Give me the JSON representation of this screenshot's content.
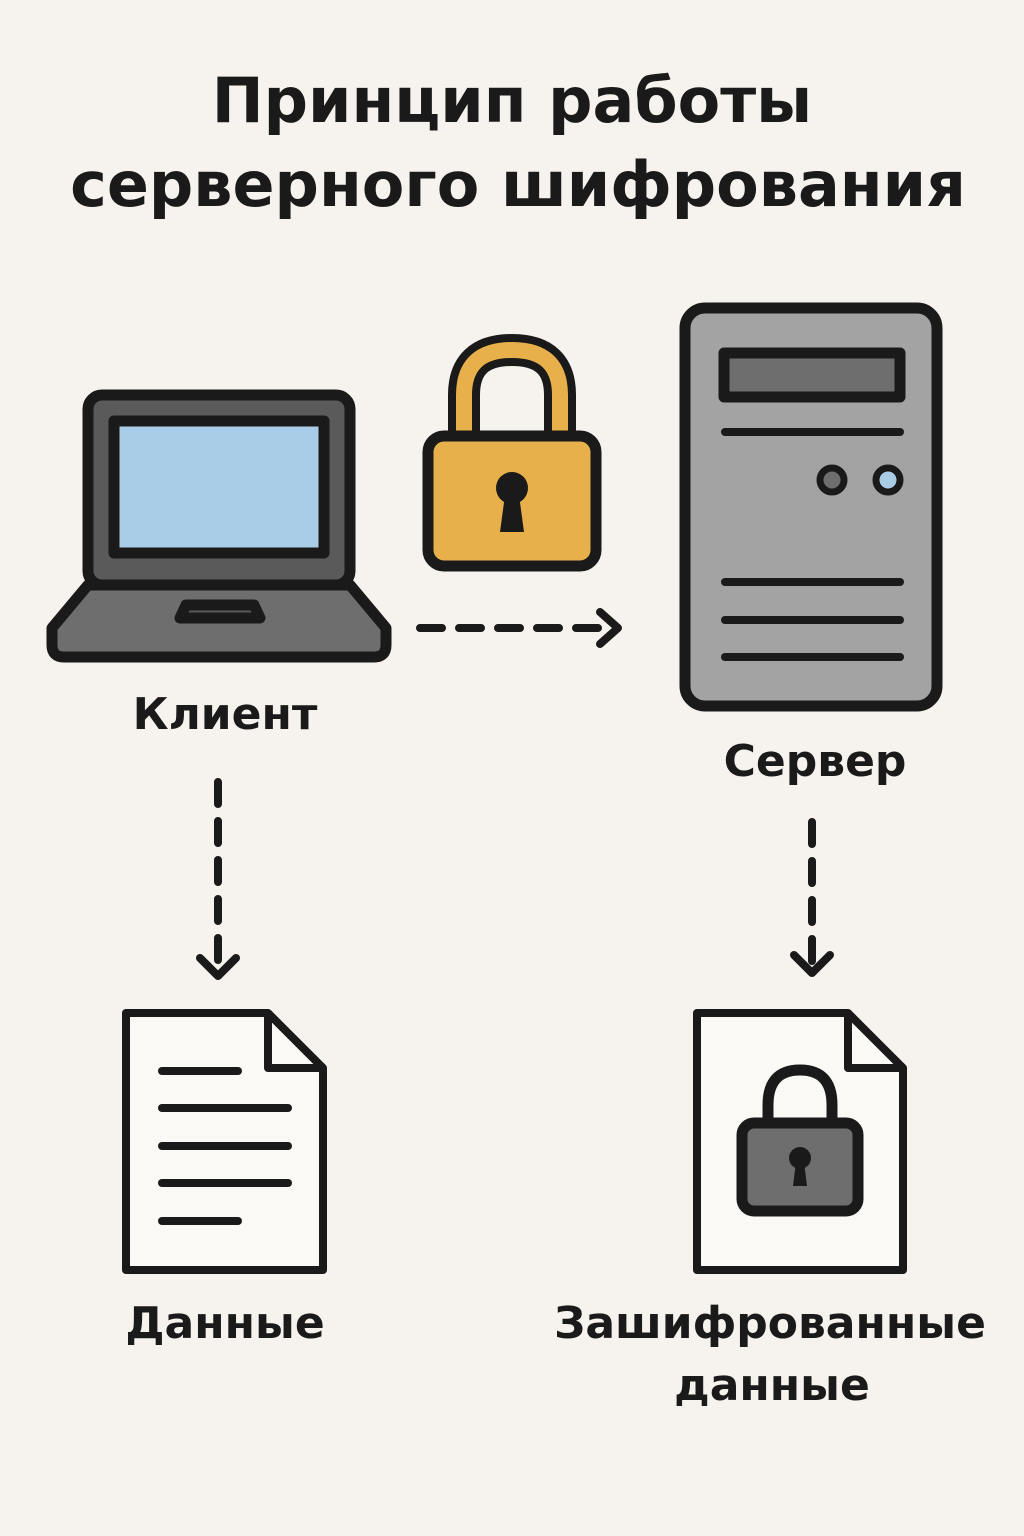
{
  "title": {
    "line1": "Принцип работы",
    "line2": "серверного шифрования"
  },
  "nodes": {
    "client": "Клиент",
    "server": "Сервер",
    "data": "Данные",
    "encrypted_line1": "Зашифрованные",
    "encrypted_line2": "данные"
  },
  "colors": {
    "background": "#f6f3ee",
    "lock": "#e8b04a",
    "screen": "#a9cde6",
    "server": "#a3a3a3",
    "dark_grey": "#6e6e6e"
  }
}
